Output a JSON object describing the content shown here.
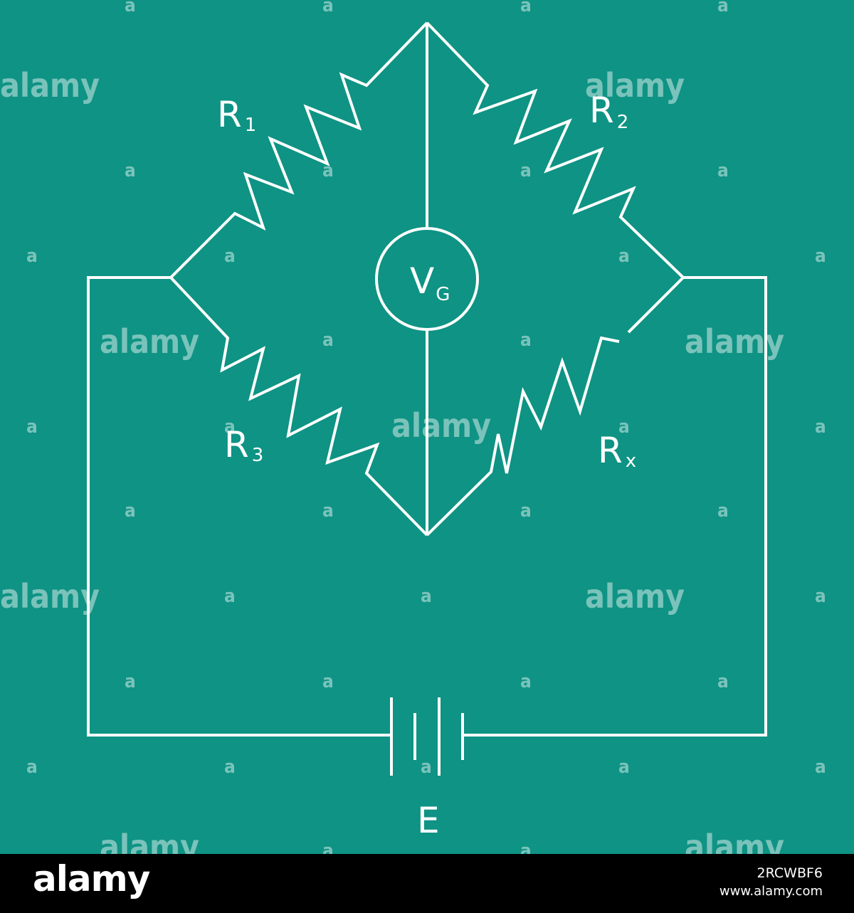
{
  "diagram": {
    "background_color": "#0e9384",
    "line_color": "#ffffff",
    "labels": {
      "r1": {
        "main": "R",
        "sub": "1"
      },
      "r2": {
        "main": "R",
        "sub": "2"
      },
      "r3": {
        "main": "R",
        "sub": "3"
      },
      "rx": {
        "main": "R",
        "sub": "x"
      },
      "vg": {
        "main": "V",
        "sub": "G"
      },
      "e": {
        "main": "E"
      }
    }
  },
  "watermark": {
    "word": "alamy",
    "letter": "a"
  },
  "footer": {
    "logo": "alamy",
    "image_id": "2RCWBF6",
    "url": "www.alamy.com"
  }
}
